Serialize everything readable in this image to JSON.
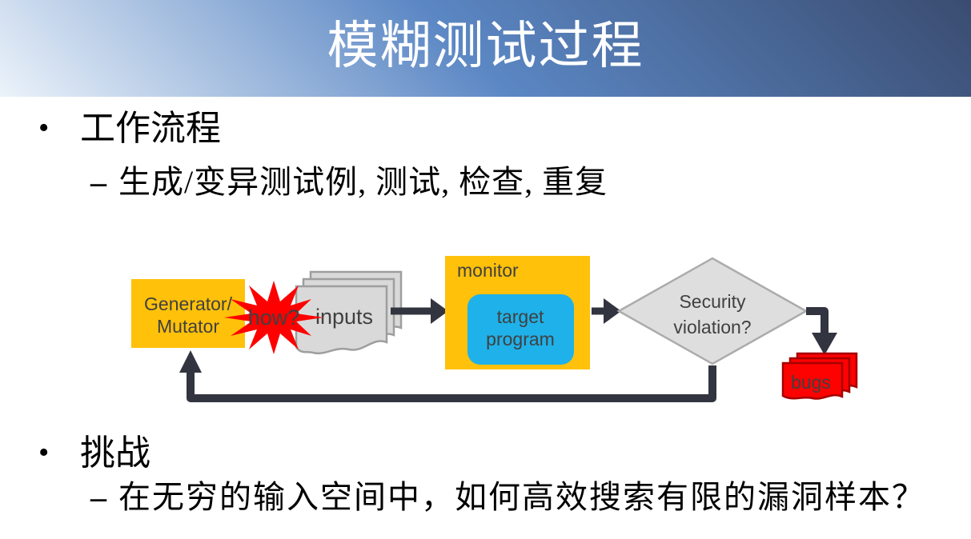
{
  "title": "模糊测试过程",
  "markers": {
    "bullet": "•",
    "dash": "–"
  },
  "sections": [
    {
      "heading": "工作流程",
      "detail": "生成/变异测试例, 测试, 检查, 重复"
    },
    {
      "heading": "挑战",
      "detail": "在无穷的输入空间中，如何高效搜索有限的漏洞样本？"
    }
  ],
  "diagram": {
    "generator": {
      "line1": "Generator/",
      "line2": "Mutator"
    },
    "how": "how?",
    "inputs": "inputs",
    "monitor": "monitor",
    "target": {
      "line1": "target",
      "line2": "program"
    },
    "decision": {
      "line1": "Security",
      "line2": "violation?"
    },
    "bugs": "bugs"
  },
  "colors": {
    "header_gradient_dark": "#3A4C70",
    "header_gradient_mid": "#5B87C4",
    "header_gradient_light": "#ECF3FA",
    "title_text": "#FFFFFF",
    "body_text": "#000000",
    "box_orange": "#FFC10A",
    "box_blue": "#1FB1E9",
    "star_red": "#FE0000",
    "bugs_red": "#FE0101",
    "bugs_border": "#A50000",
    "page_gray": "#D9D9D9",
    "page_border": "#9E9E9E",
    "diamond_gray": "#DEDEDE",
    "diamond_border": "#ABABAB",
    "arrow_dark": "#32353F",
    "diagram_text": "#404040"
  }
}
